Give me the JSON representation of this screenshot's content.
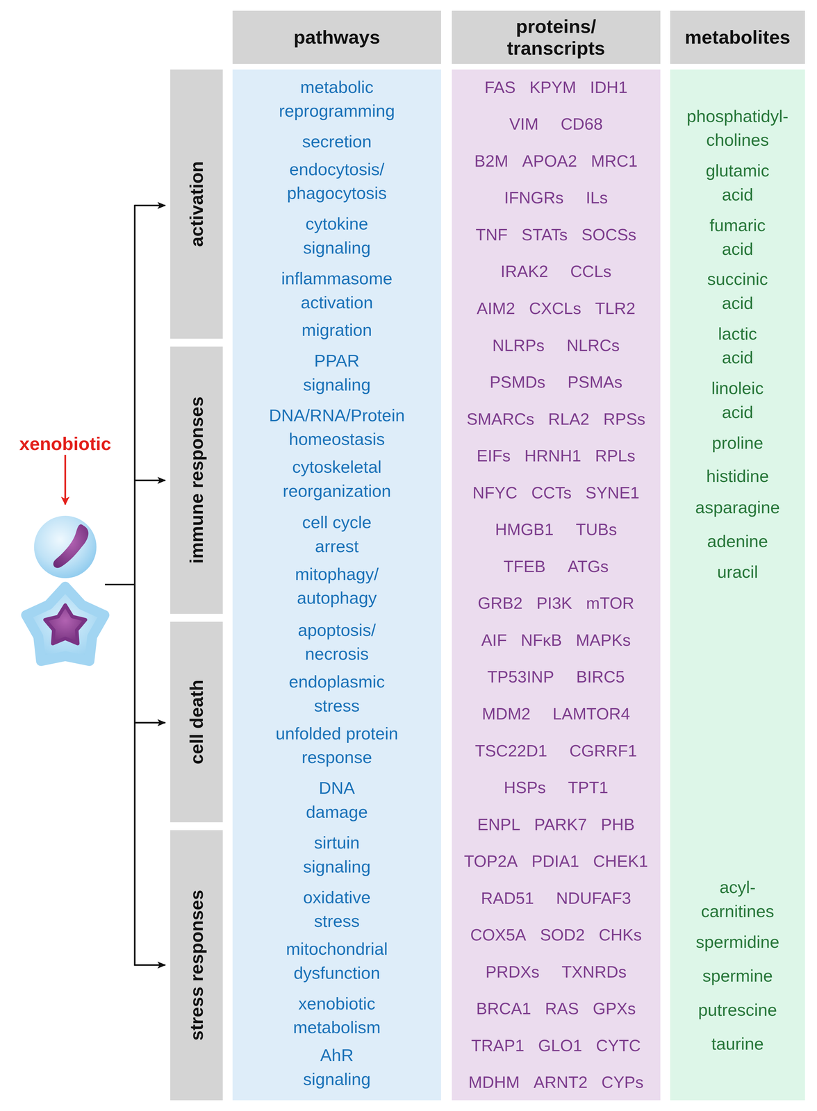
{
  "diagram": {
    "nodes": [
      {
        "text": [
          "pathways"
        ]
      },
      {
        "text": [
          "proteins/ transcripts"
        ]
      },
      {
        "text": [
          "metabolites"
        ]
      },
      {
        "text": [
          "activation"
        ]
      },
      {
        "text": [
          "immune responses"
        ]
      },
      {
        "text": [
          "cell death"
        ]
      },
      {
        "text": [
          "stress responses"
        ]
      },
      {
        "text": [
          "metabolic reprogramming",
          "secretion",
          "endocytosis/ phagocytosis",
          "cytokine signaling",
          "inflammasome activation",
          "migration",
          "PPAR signaling",
          "DNA/RNA/Protein homeostasis",
          "cytoskeletal reorganization",
          "cell cycle arrest",
          "mitophagy/ autophagy",
          "apoptosis/ necrosis",
          "endoplasmic stress",
          "unfolded protein response",
          "DNA damage",
          "sirtuin signaling",
          "oxidative stress",
          "mitochondrial dysfunction",
          "xenobiotic metabolism",
          "AhR signaling"
        ]
      },
      {
        "text": [
          "FAS",
          "KPYM",
          "IDH1",
          "VIM",
          "CD68",
          "B2M",
          "APOA2",
          "MRC1",
          "IFNGRs",
          "ILs",
          "TNF",
          "STATs",
          "SOCSs",
          "IRAK2",
          "CCLs",
          "AIM2",
          "CXCLs",
          "TLR2",
          "NLRPs",
          "NLRCs",
          "PSMDs",
          "PSMAs",
          "SMARCs",
          "RLA2",
          "RPSs",
          "EIFs",
          "HRNH1",
          "RPLs",
          "NFYC",
          "CCTs",
          "SYNE1",
          "HMGB1",
          "TUBs",
          "TFEB",
          "ATGs",
          "GRB2",
          "PI3K",
          "mTOR",
          "AIF",
          "NFκB",
          "MAPKs",
          "TP53INP",
          "BIRC5",
          "MDM2",
          "LAMTOR4",
          "TSC22D1",
          "CGRRF1",
          "HSPs",
          "TPT1",
          "ENPL",
          "PARK7",
          "PHB",
          "TOP2A",
          "PDIA1",
          "CHEK1",
          "RAD51",
          "NDUFAF3",
          "COX5A",
          "SOD2",
          "CHKs",
          "PRDXs",
          "TXNRDs",
          "BRCA1",
          "RAS",
          "GPXs",
          "TRAP1",
          "GLO1",
          "CYTC",
          "MDHM",
          "ARNT2",
          "CYPs"
        ]
      },
      {
        "text": [
          "phosphatidyl- cholines",
          "glutamic acid",
          "fumaric acid",
          "succinic acid",
          "lactic acid",
          "linoleic acid",
          "proline",
          "histidine",
          "asparagine",
          "adenine",
          "uracil",
          "acyl- carnitines",
          "spermidine",
          "spermine",
          "putrescine",
          "taurine"
        ]
      }
    ],
    "labels": [
      "xenobiotic"
    ]
  }
}
